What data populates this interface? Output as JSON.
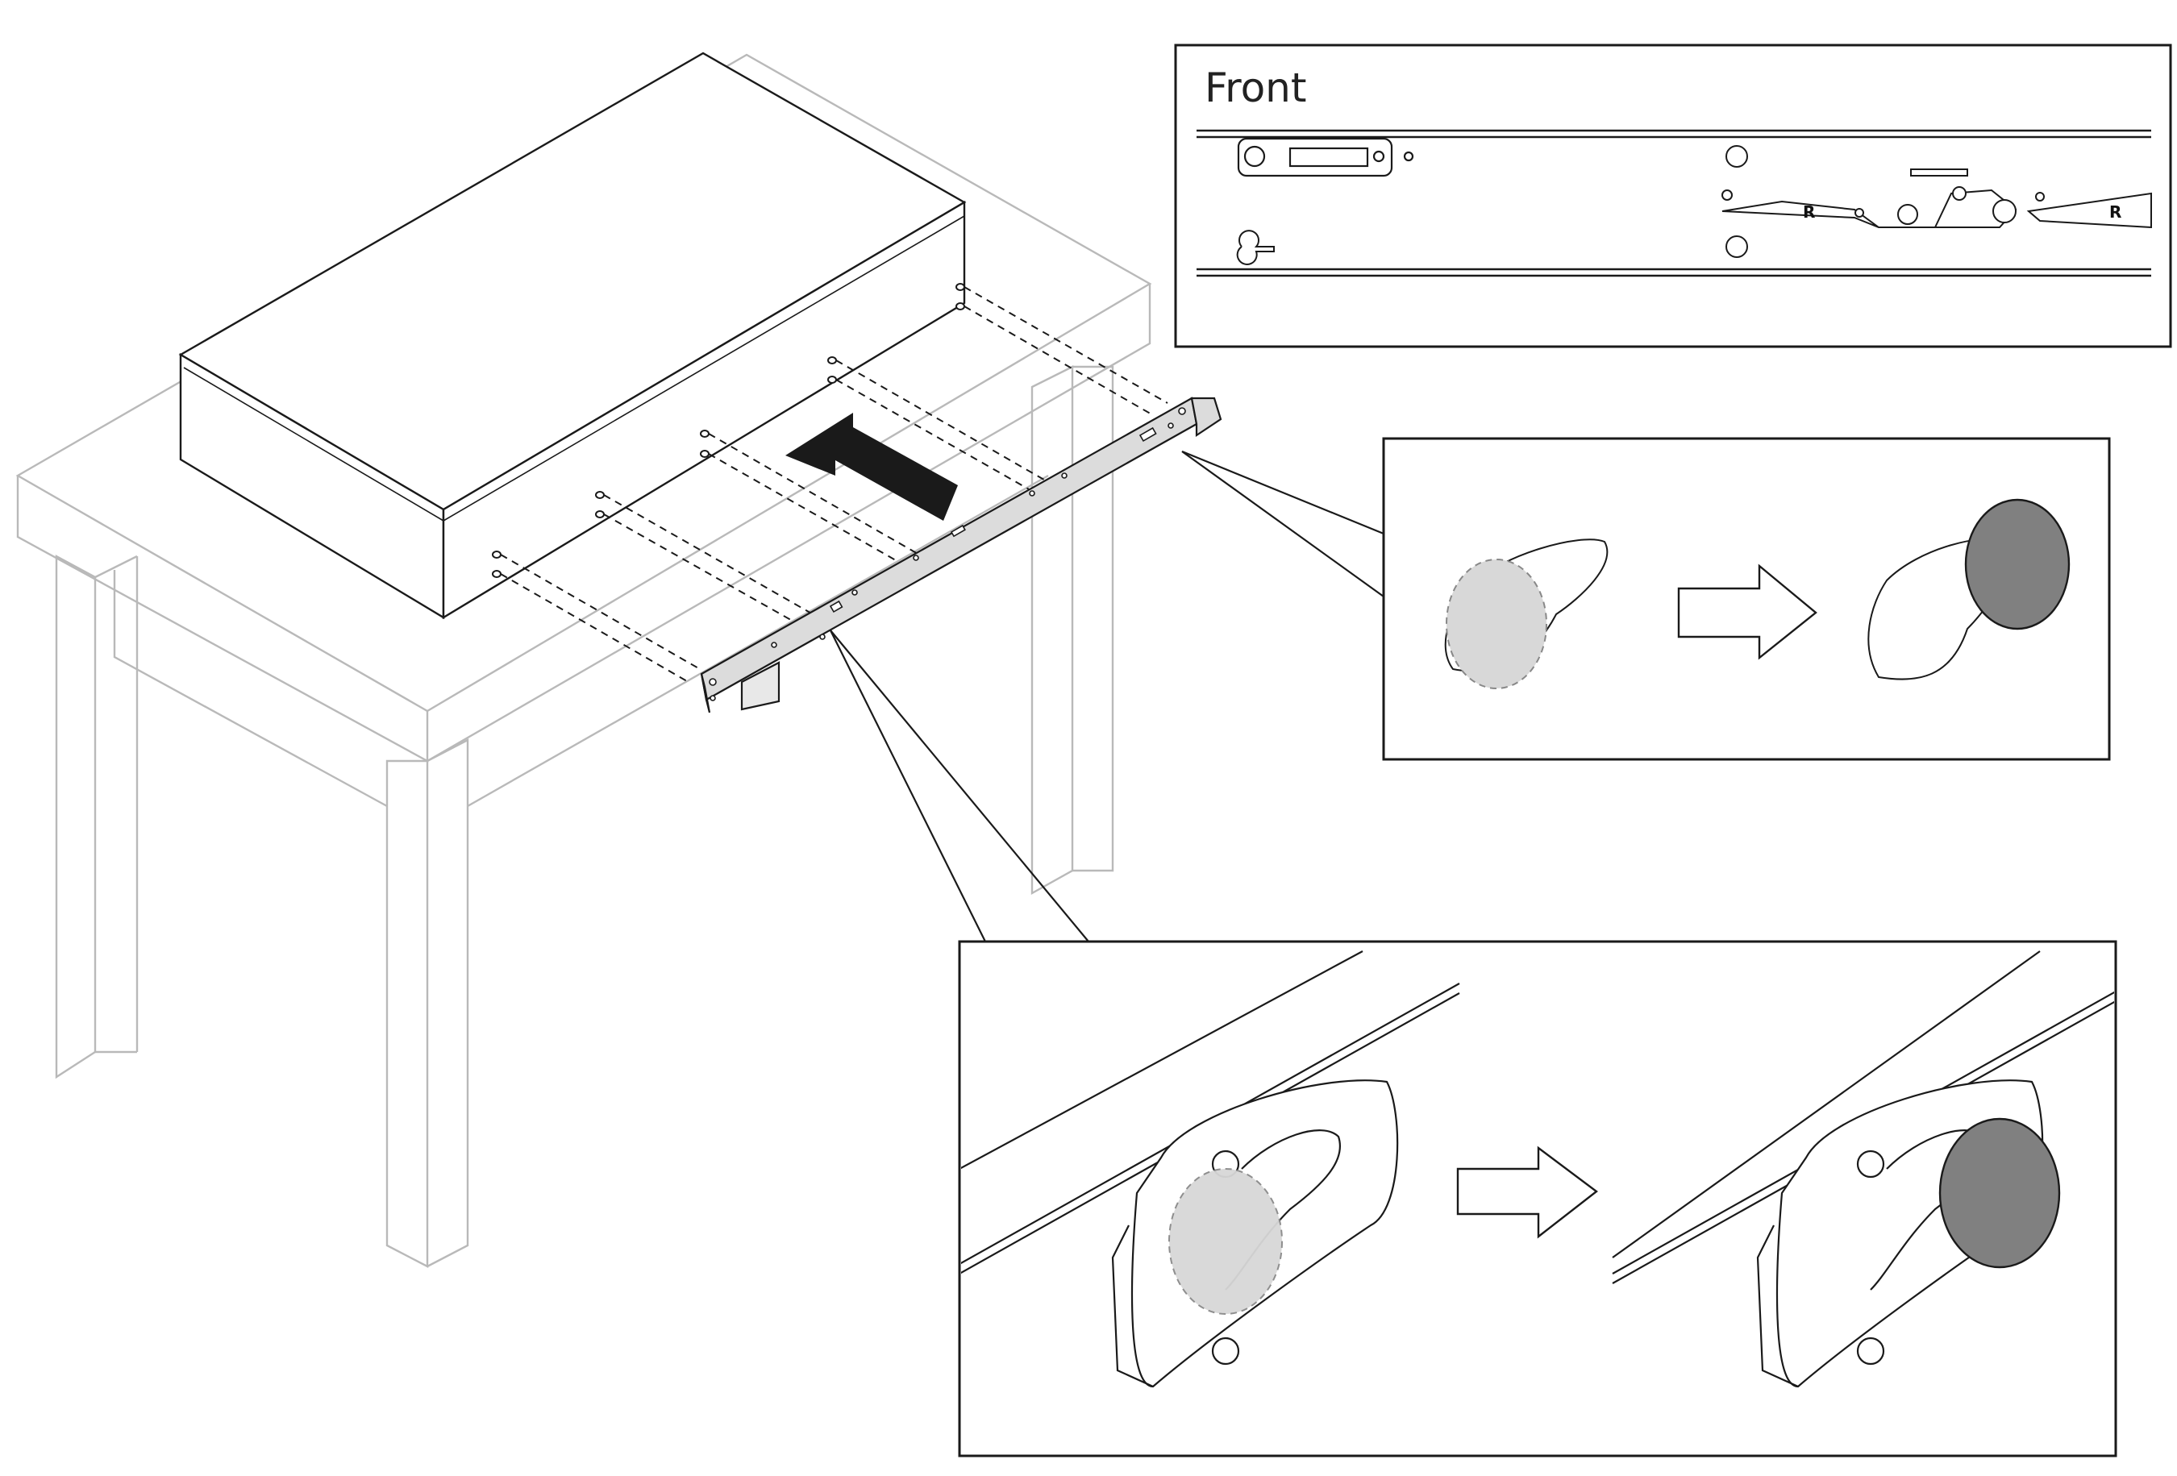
{
  "front_panel": {
    "title": "Front",
    "rail_marking_left": "R",
    "rail_marking_right": "R"
  },
  "colors": {
    "line": "#1a1a1a",
    "table_outline": "#b9b9b9",
    "rail_fill": "#dcdcdc",
    "pin_before_fill": "#d8d8d8",
    "pin_after_fill": "#808080",
    "arrow_fill": "#1a1a1a",
    "background": "#ffffff"
  },
  "icons": [
    "install-direction-arrow",
    "process-arrow",
    "zoom-callout"
  ]
}
